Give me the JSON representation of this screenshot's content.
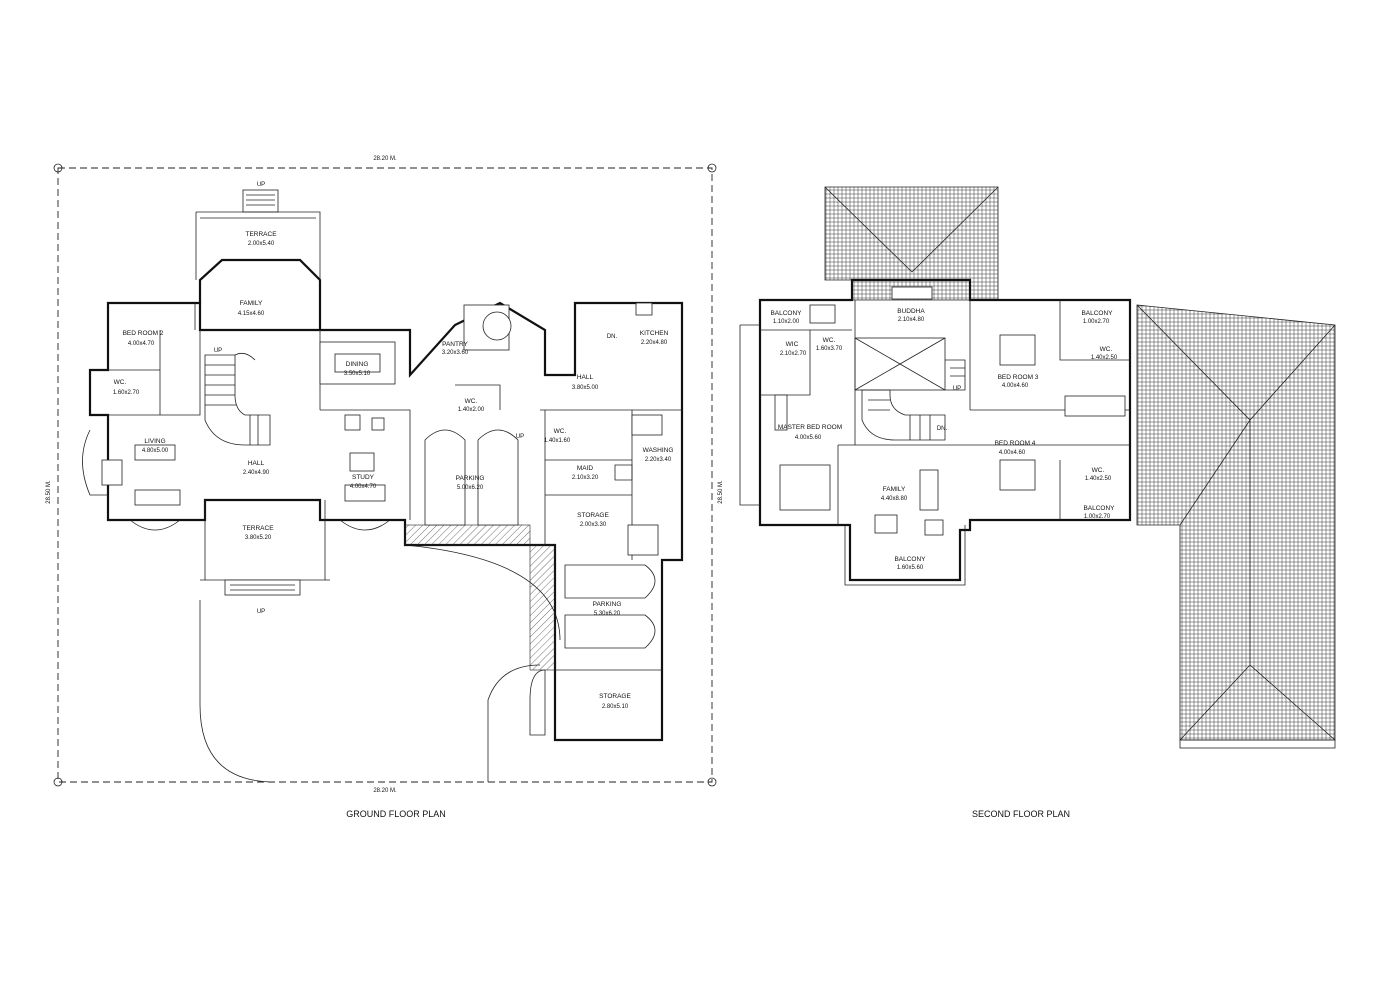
{
  "ground": {
    "title": "GROUND FLOOR PLAN",
    "dim_top": "28.20 M.",
    "dim_bottom": "28.20 M.",
    "dim_side": "28.50 M.",
    "up1": "UP",
    "up2": "UP",
    "up3": "UP",
    "up4": "UP",
    "dn": "DN.",
    "rooms": {
      "terrace_top": {
        "name": "TERRACE",
        "size": "2.00x5.40"
      },
      "family": {
        "name": "FAMILY",
        "size": "4.15x4.60"
      },
      "bedroom2": {
        "name": "BED ROOM 2",
        "size": "4.00x4.70"
      },
      "wc_left": {
        "name": "WC.",
        "size": "1.60x2.70"
      },
      "living": {
        "name": "LIVING",
        "size": "4.80x5.00"
      },
      "hall_left": {
        "name": "HALL",
        "size": "2.40x4.90"
      },
      "dining": {
        "name": "DINING",
        "size": "3.50x5.10"
      },
      "pantry": {
        "name": "PANTRY",
        "size": "3.20x3.60"
      },
      "wc_mid": {
        "name": "WC.",
        "size": "1.40x2.00"
      },
      "hall_right": {
        "name": "HALL",
        "size": "3.80x5.00"
      },
      "kitchen": {
        "name": "KITCHEN",
        "size": "2.20x4.80"
      },
      "wc_small": {
        "name": "WC.",
        "size": "1.40x1.60"
      },
      "washing": {
        "name": "WASHING",
        "size": "2.20x3.40"
      },
      "maid": {
        "name": "MAID",
        "size": "2.10x3.20"
      },
      "study": {
        "name": "STUDY",
        "size": "4.00x4.70"
      },
      "parking1": {
        "name": "PARKING",
        "size": "5.00x6.20"
      },
      "storage1": {
        "name": "STORAGE",
        "size": "2.00x3.30"
      },
      "terrace_bottom": {
        "name": "TERRACE",
        "size": "3.80x5.20"
      },
      "parking2": {
        "name": "PARKING",
        "size": "5.30x6.20"
      },
      "storage2": {
        "name": "STORAGE",
        "size": "2.80x5.10"
      }
    }
  },
  "second": {
    "title": "SECOND FLOOR PLAN",
    "dim_side": "28.50 M.",
    "up": "UP",
    "dn": "DN.",
    "rooms": {
      "balcony_tl": {
        "name": "BALCONY",
        "size": "1.10x2.00"
      },
      "wic": {
        "name": "WIC",
        "size": "2.10x2.70"
      },
      "wc_tl": {
        "name": "WC.",
        "size": "1.60x3.70"
      },
      "buddha": {
        "name": "BUDDHA",
        "size": "2.10x4.80"
      },
      "balcony_tr": {
        "name": "BALCONY",
        "size": "1.00x2.70"
      },
      "wc_tr": {
        "name": "WC.",
        "size": "1.40x2.50"
      },
      "bedroom3": {
        "name": "BED ROOM 3",
        "size": "4.00x4.60"
      },
      "master": {
        "name": "MASTER BED ROOM",
        "size": "4.00x5.60"
      },
      "bedroom4": {
        "name": "BED ROOM 4",
        "size": "4.00x4.60"
      },
      "wc_br": {
        "name": "WC.",
        "size": "1.40x2.50"
      },
      "balcony_br": {
        "name": "BALCONY",
        "size": "1.00x2.70"
      },
      "family": {
        "name": "FAMILY",
        "size": "4.40x8.80"
      },
      "balcony_bottom": {
        "name": "BALCONY",
        "size": "1.60x5.60"
      }
    }
  }
}
